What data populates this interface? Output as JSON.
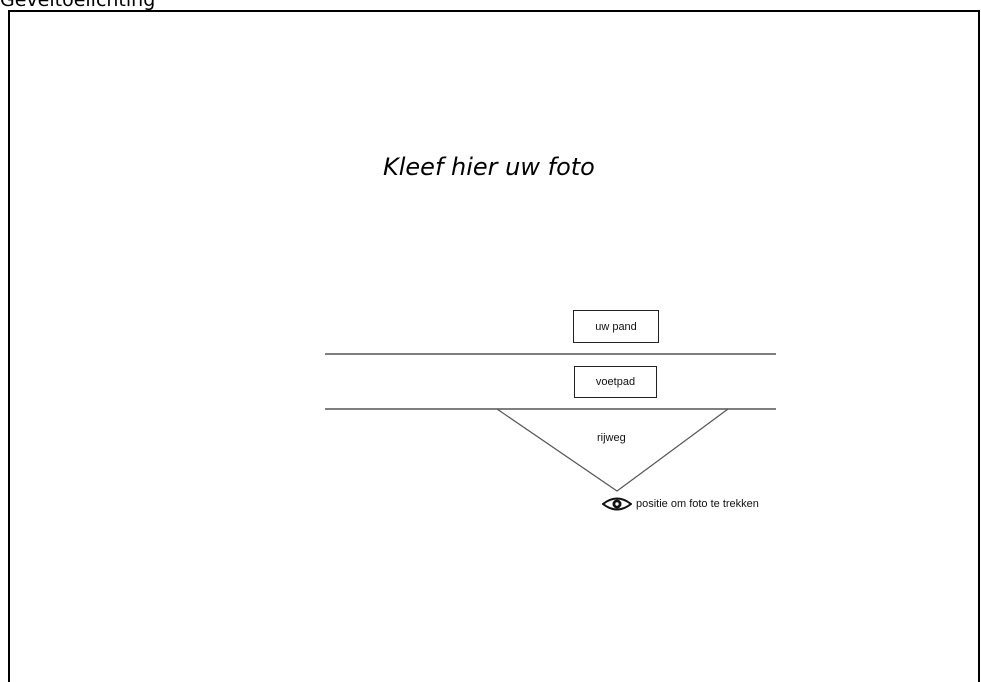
{
  "page": {
    "section_label": "Geveltoelichting",
    "photo_caption": "Kleef hier uw foto"
  },
  "diagram": {
    "property_label": "uw pand",
    "sidewalk_label": "voetpad",
    "road_label": "rijweg",
    "viewpoint_label": "positie om foto te trekken",
    "viewpoint_icon": "eye-icon"
  }
}
